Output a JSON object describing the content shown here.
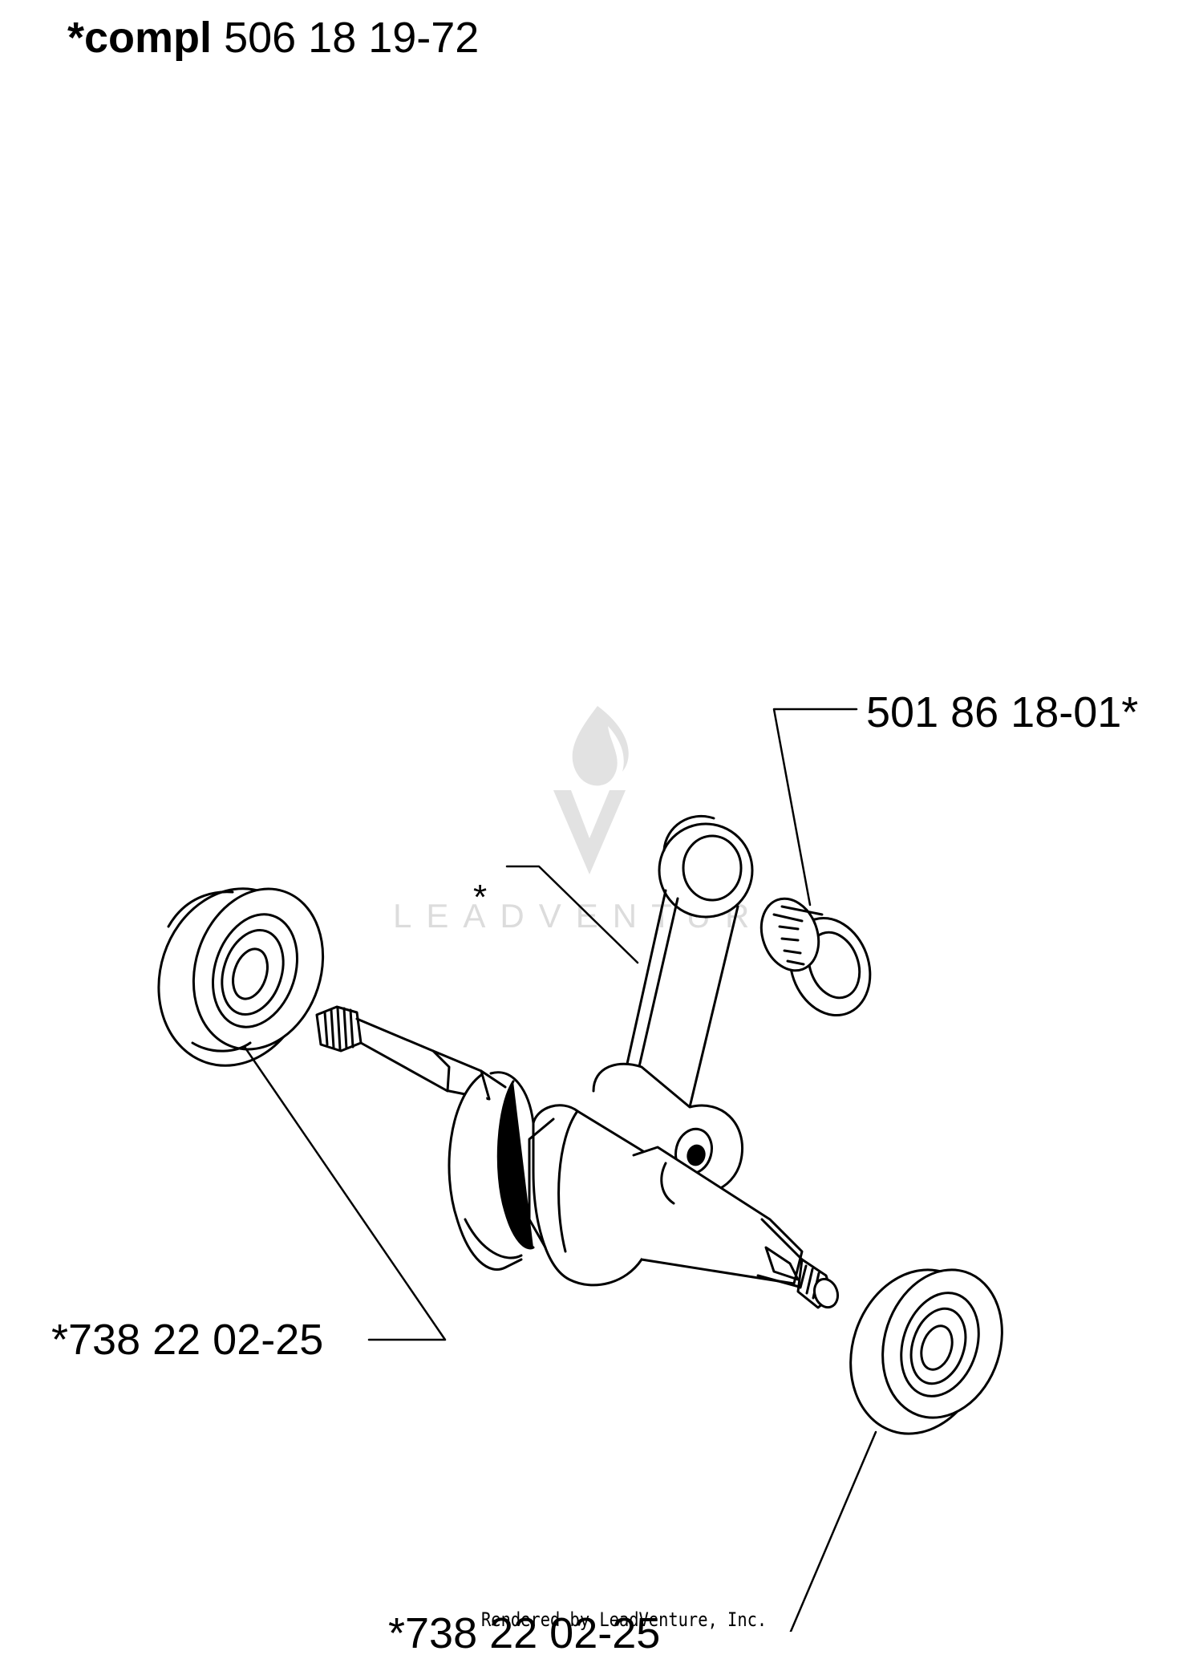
{
  "title": {
    "prefix": "*compl",
    "part_number": "506 18 19-72"
  },
  "labels": {
    "conrod": "*",
    "needle_bearing": "501 86 18-01*",
    "bearing_left": "*738 22 02-25",
    "bearing_right": "*738 22 02-25"
  },
  "watermark": {
    "text": "LEADVENTURE"
  },
  "footer": {
    "rendered_by": "Rendered by LeadVenture, Inc."
  },
  "colors": {
    "ink": "#000000",
    "background": "#ffffff",
    "watermark": "#dcdcdc"
  }
}
